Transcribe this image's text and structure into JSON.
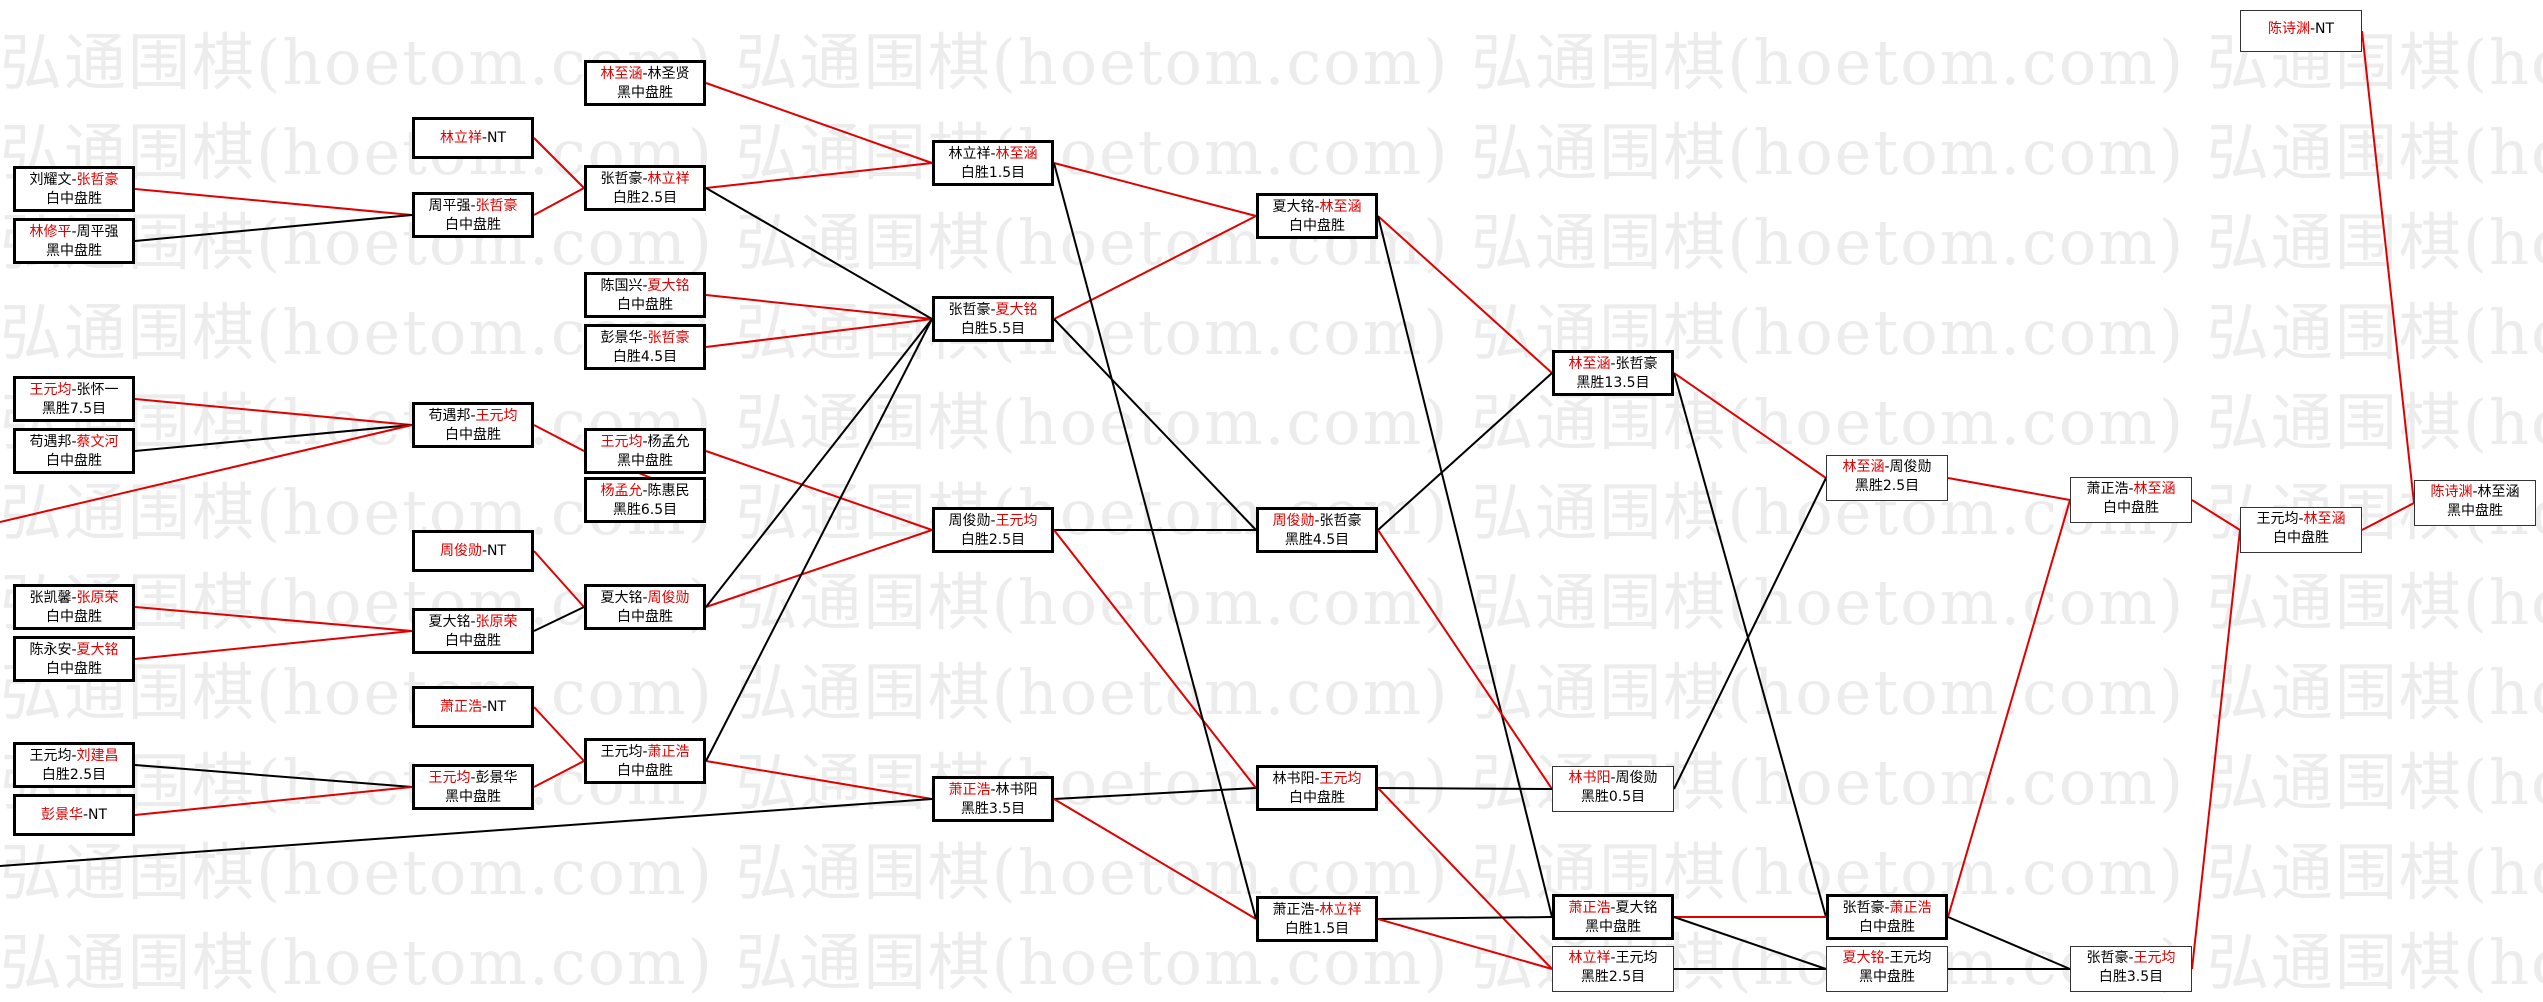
{
  "watermark": "弘通围棋(hoetom.com)",
  "colors": {
    "winner": "#e00000",
    "line_red": "#e00000",
    "line_black": "#000000"
  },
  "matches": [
    {
      "id": "r1a",
      "p1": "刘耀文",
      "p2": "张哲豪",
      "win": "p2",
      "result": "白中盘胜"
    },
    {
      "id": "r1b",
      "p1": "林修平",
      "p2": "周平强",
      "win": "p1",
      "result": "黑中盘胜"
    },
    {
      "id": "r1c",
      "p1": "王元均",
      "p2": "张怀一",
      "win": "p1",
      "result": "黑胜7.5目"
    },
    {
      "id": "r1d",
      "p1": "苟遇邦",
      "p2": "蔡文河",
      "win": "p2",
      "result": "白中盘胜"
    },
    {
      "id": "r1e",
      "p1": "张凯馨",
      "p2": "张原荣",
      "win": "p2",
      "result": "白中盘胜"
    },
    {
      "id": "r1f",
      "p1": "陈永安",
      "p2": "夏大铭",
      "win": "p2",
      "result": "白中盘胜"
    },
    {
      "id": "r1g",
      "p1": "王元均",
      "p2": "刘建昌",
      "win": "p2",
      "result": "白胜2.5目"
    },
    {
      "id": "r1h",
      "p1": "彭景华",
      "p2": "NT",
      "win": "p1",
      "result": ""
    },
    {
      "id": "r2a",
      "p1": "林立祥",
      "p2": "NT",
      "win": "p1",
      "result": ""
    },
    {
      "id": "r2b",
      "p1": "周平强",
      "p2": "张哲豪",
      "win": "p2",
      "result": "白中盘胜"
    },
    {
      "id": "r2c",
      "p1": "苟遇邦",
      "p2": "王元均",
      "win": "p2",
      "result": "白中盘胜"
    },
    {
      "id": "r2d",
      "p1": "杨孟允",
      "p2": "陈惠民",
      "win": "p1",
      "result": "黑胜6.5目"
    },
    {
      "id": "r2e",
      "p1": "周俊勋",
      "p2": "NT",
      "win": "p1",
      "result": ""
    },
    {
      "id": "r2f",
      "p1": "夏大铭",
      "p2": "张原荣",
      "win": "p2",
      "result": "白中盘胜"
    },
    {
      "id": "r2g",
      "p1": "萧正浩",
      "p2": "NT",
      "win": "p1",
      "result": ""
    },
    {
      "id": "r2h",
      "p1": "王元均",
      "p2": "彭景华",
      "win": "p1",
      "result": "黑中盘胜"
    },
    {
      "id": "r3a",
      "p1": "林至涵",
      "p2": "林圣贤",
      "win": "p1",
      "result": "黑中盘胜"
    },
    {
      "id": "r3b",
      "p1": "张哲豪",
      "p2": "林立祥",
      "win": "p2",
      "result": "白胜2.5目"
    },
    {
      "id": "r3c",
      "p1": "陈国兴",
      "p2": "夏大铭",
      "win": "p2",
      "result": "白中盘胜"
    },
    {
      "id": "r3d",
      "p1": "彭景华",
      "p2": "张哲豪",
      "win": "p2",
      "result": "白胜4.5目"
    },
    {
      "id": "r3e",
      "p1": "王元均",
      "p2": "杨孟允",
      "win": "p1",
      "result": "黑中盘胜"
    },
    {
      "id": "r3f",
      "p1": "夏大铭",
      "p2": "周俊勋",
      "win": "p2",
      "result": "白中盘胜"
    },
    {
      "id": "r3g",
      "p1": "王元均",
      "p2": "萧正浩",
      "win": "p2",
      "result": "白中盘胜"
    },
    {
      "id": "r4a",
      "p1": "林立祥",
      "p2": "林至涵",
      "win": "p2",
      "result": "白胜1.5目"
    },
    {
      "id": "r4b",
      "p1": "张哲豪",
      "p2": "夏大铭",
      "win": "p2",
      "result": "白胜5.5目"
    },
    {
      "id": "r4c",
      "p1": "周俊勋",
      "p2": "王元均",
      "win": "p2",
      "result": "白胜2.5目"
    },
    {
      "id": "r4d",
      "p1": "萧正浩",
      "p2": "林书阳",
      "win": "p1",
      "result": "黑胜3.5目"
    },
    {
      "id": "r5a",
      "p1": "夏大铭",
      "p2": "林至涵",
      "win": "p2",
      "result": "白中盘胜"
    },
    {
      "id": "r5b",
      "p1": "周俊勋",
      "p2": "张哲豪",
      "win": "p1",
      "result": "黑胜4.5目"
    },
    {
      "id": "r5c",
      "p1": "林书阳",
      "p2": "王元均",
      "win": "p2",
      "result": "白中盘胜"
    },
    {
      "id": "r5d",
      "p1": "萧正浩",
      "p2": "林立祥",
      "win": "p2",
      "result": "白胜1.5目"
    },
    {
      "id": "r6a",
      "p1": "林至涵",
      "p2": "张哲豪",
      "win": "p1",
      "result": "黑胜13.5目"
    },
    {
      "id": "r6b",
      "p1": "林书阳",
      "p2": "周俊勋",
      "win": "p1",
      "result": "黑胜0.5目"
    },
    {
      "id": "r6c",
      "p1": "萧正浩",
      "p2": "夏大铭",
      "win": "p1",
      "result": "黑中盘胜"
    },
    {
      "id": "r6d",
      "p1": "林立祥",
      "p2": "王元均",
      "win": "p1",
      "result": "黑胜2.5目"
    },
    {
      "id": "r7a",
      "p1": "林至涵",
      "p2": "周俊勋",
      "win": "p1",
      "result": "黑胜2.5目"
    },
    {
      "id": "r7b",
      "p1": "张哲豪",
      "p2": "萧正浩",
      "win": "p2",
      "result": "白中盘胜"
    },
    {
      "id": "r7c",
      "p1": "夏大铭",
      "p2": "王元均",
      "win": "p1",
      "result": "黑中盘胜"
    },
    {
      "id": "r8a",
      "p1": "萧正浩",
      "p2": "林至涵",
      "win": "p2",
      "result": "白中盘胜"
    },
    {
      "id": "r8b",
      "p1": "张哲豪",
      "p2": "王元均",
      "win": "p2",
      "result": "白胜3.5目"
    },
    {
      "id": "r9a",
      "p1": "王元均",
      "p2": "林至涵",
      "win": "p2",
      "result": "白中盘胜"
    },
    {
      "id": "r10a",
      "p1": "陈诗渊",
      "p2": "NT",
      "win": "p1",
      "result": ""
    },
    {
      "id": "r10b",
      "p1": "陈诗渊",
      "p2": "林至涵",
      "win": "p1",
      "result": "黑中盘胜"
    }
  ],
  "connections": [
    {
      "from": "r1a",
      "to": "r2b",
      "color": "red"
    },
    {
      "from": "r1b",
      "to": "r2b",
      "color": "black"
    },
    {
      "from": "r1c",
      "to": "r2c",
      "color": "red"
    },
    {
      "from": "r1d",
      "to": "r2c",
      "color": "black"
    },
    {
      "from": "r1e",
      "to": "r2f",
      "color": "red"
    },
    {
      "from": "r1f",
      "to": "r2f",
      "color": "red"
    },
    {
      "from": "r1g",
      "to": "r2h",
      "color": "black"
    },
    {
      "from": "r1h",
      "to": "r2h",
      "color": "red"
    },
    {
      "from": "r2a",
      "to": "r3b",
      "color": "red"
    },
    {
      "from": "r2b",
      "to": "r3b",
      "color": "red"
    },
    {
      "from": "r2c",
      "to": "r3e",
      "color": "red"
    },
    {
      "from": "r2d",
      "to": "r3e",
      "color": "red"
    },
    {
      "from": "r2e",
      "to": "r3f",
      "color": "red"
    },
    {
      "from": "r2f",
      "to": "r3f",
      "color": "black"
    },
    {
      "from": "r2g",
      "to": "r3g",
      "color": "red"
    },
    {
      "from": "r2h",
      "to": "r3g",
      "color": "red"
    },
    {
      "from": "r3a",
      "to": "r4a",
      "color": "red"
    },
    {
      "from": "r3b",
      "to": "r4a",
      "color": "red"
    },
    {
      "from": "r3c",
      "to": "r4b",
      "color": "red"
    },
    {
      "from": "r3d",
      "to": "r4b",
      "color": "red"
    },
    {
      "from": "r3e",
      "to": "r4c",
      "color": "red"
    },
    {
      "from": "r3f",
      "to": "r4c",
      "color": "red"
    },
    {
      "from": "r3g",
      "to": "r4d",
      "color": "red"
    },
    {
      "from": "r4a",
      "to": "r5a",
      "color": "red"
    },
    {
      "from": "r4b",
      "to": "r5a",
      "color": "red"
    },
    {
      "from": "r4c",
      "to": "r5b",
      "color": "black"
    },
    {
      "from": "r4d",
      "to": "r5c",
      "color": "black"
    },
    {
      "from": "r4d",
      "to": "r5d",
      "color": "red"
    },
    {
      "from": "r4c",
      "to": "r5c",
      "color": "red"
    },
    {
      "from": "r3b",
      "to": "r4b",
      "color": "black"
    },
    {
      "from": "r3f",
      "to": "r4b",
      "color": "black"
    },
    {
      "from": "r3g",
      "to": "r4b",
      "color": "black"
    },
    {
      "from": "r4b",
      "to": "r5b",
      "color": "black"
    },
    {
      "from": "r4a",
      "to": "r5d",
      "color": "black"
    },
    {
      "from": "r5a",
      "to": "r6a",
      "color": "red"
    },
    {
      "from": "r5b",
      "to": "r6a",
      "color": "black"
    },
    {
      "from": "r5a",
      "to": "r6c",
      "color": "black"
    },
    {
      "from": "r5b",
      "to": "r6b",
      "color": "red"
    },
    {
      "from": "r5c",
      "to": "r6b",
      "color": "black"
    },
    {
      "from": "r5c",
      "to": "r6d",
      "color": "red"
    },
    {
      "from": "r5d",
      "to": "r6c",
      "color": "black"
    },
    {
      "from": "r5d",
      "to": "r6d",
      "color": "red"
    },
    {
      "from": "r6a",
      "to": "r7a",
      "color": "red"
    },
    {
      "from": "r6b",
      "to": "r7a",
      "color": "black"
    },
    {
      "from": "r6a",
      "to": "r7b",
      "color": "black"
    },
    {
      "from": "r6c",
      "to": "r7b",
      "color": "red"
    },
    {
      "from": "r6c",
      "to": "r7c",
      "color": "black"
    },
    {
      "from": "r6d",
      "to": "r7c",
      "color": "black"
    },
    {
      "from": "r7a",
      "to": "r8a",
      "color": "red"
    },
    {
      "from": "r7b",
      "to": "r8a",
      "color": "red"
    },
    {
      "from": "r7b",
      "to": "r8b",
      "color": "black"
    },
    {
      "from": "r7c",
      "to": "r8b",
      "color": "black"
    },
    {
      "from": "r8a",
      "to": "r9a",
      "color": "red"
    },
    {
      "from": "r8b",
      "to": "r9a",
      "color": "red"
    },
    {
      "from": "r9a",
      "to": "r10b",
      "color": "red"
    },
    {
      "from": "r10a",
      "to": "r10b",
      "color": "red"
    }
  ],
  "edge_lines": [
    {
      "to": "r2c",
      "color": "red"
    },
    {
      "to": "r4d",
      "color": "black"
    }
  ]
}
